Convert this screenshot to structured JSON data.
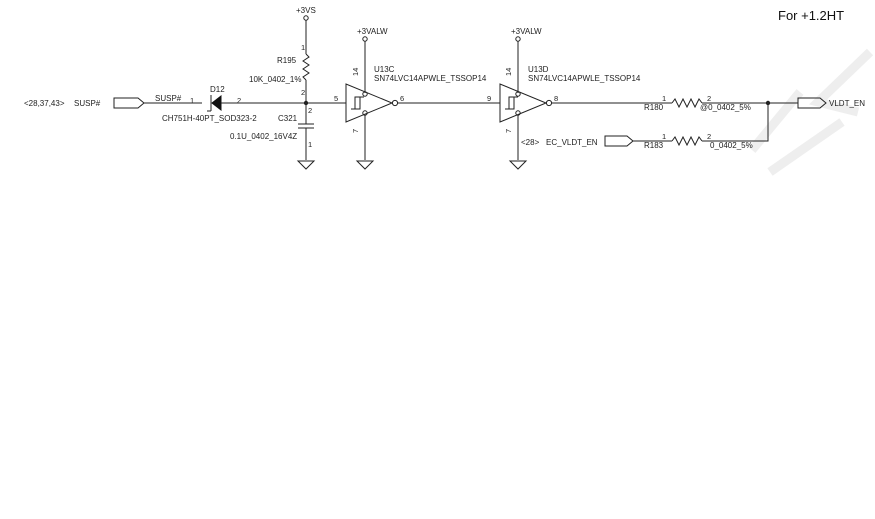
{
  "header": {
    "title": "For +1.2HT"
  },
  "power": {
    "vs": "+3VS",
    "valw": "+3VALW"
  },
  "signals": {
    "susp": "SUSP#",
    "susp_ref": "<28,37,43>",
    "susp_wire": "SUSP#",
    "vldt_en": "VLDT_EN",
    "ec_vldt_en": "EC_VLDT_EN",
    "ec_ref": "<28>"
  },
  "parts": {
    "r195": {
      "ref": "R195",
      "value": "10K_0402_1%",
      "pin1": "1",
      "pin2": "2"
    },
    "d12": {
      "ref": "D12",
      "value": "CH751H-40PT_SOD323-2",
      "pin1": "1",
      "pin2": "2"
    },
    "c321": {
      "ref": "C321",
      "value": "0.1U_0402_16V4Z",
      "pin1": "1",
      "pin2": "2"
    },
    "u13c": {
      "ref": "U13C",
      "value": "SN74LVC14APWLE_TSSOP14",
      "pin_in": "5",
      "pin_out": "6",
      "pin_vcc": "14",
      "pin_gnd": "7"
    },
    "u13d": {
      "ref": "U13D",
      "value": "SN74LVC14APWLE_TSSOP14",
      "pin_in": "9",
      "pin_out": "8",
      "pin_vcc": "14",
      "pin_gnd": "7"
    },
    "r180": {
      "ref": "R180",
      "value": "@0_0402_5%",
      "pin1": "1",
      "pin2": "2"
    },
    "r183": {
      "ref": "R183",
      "value": "0_0402_5%",
      "pin1": "1",
      "pin2": "2"
    }
  }
}
